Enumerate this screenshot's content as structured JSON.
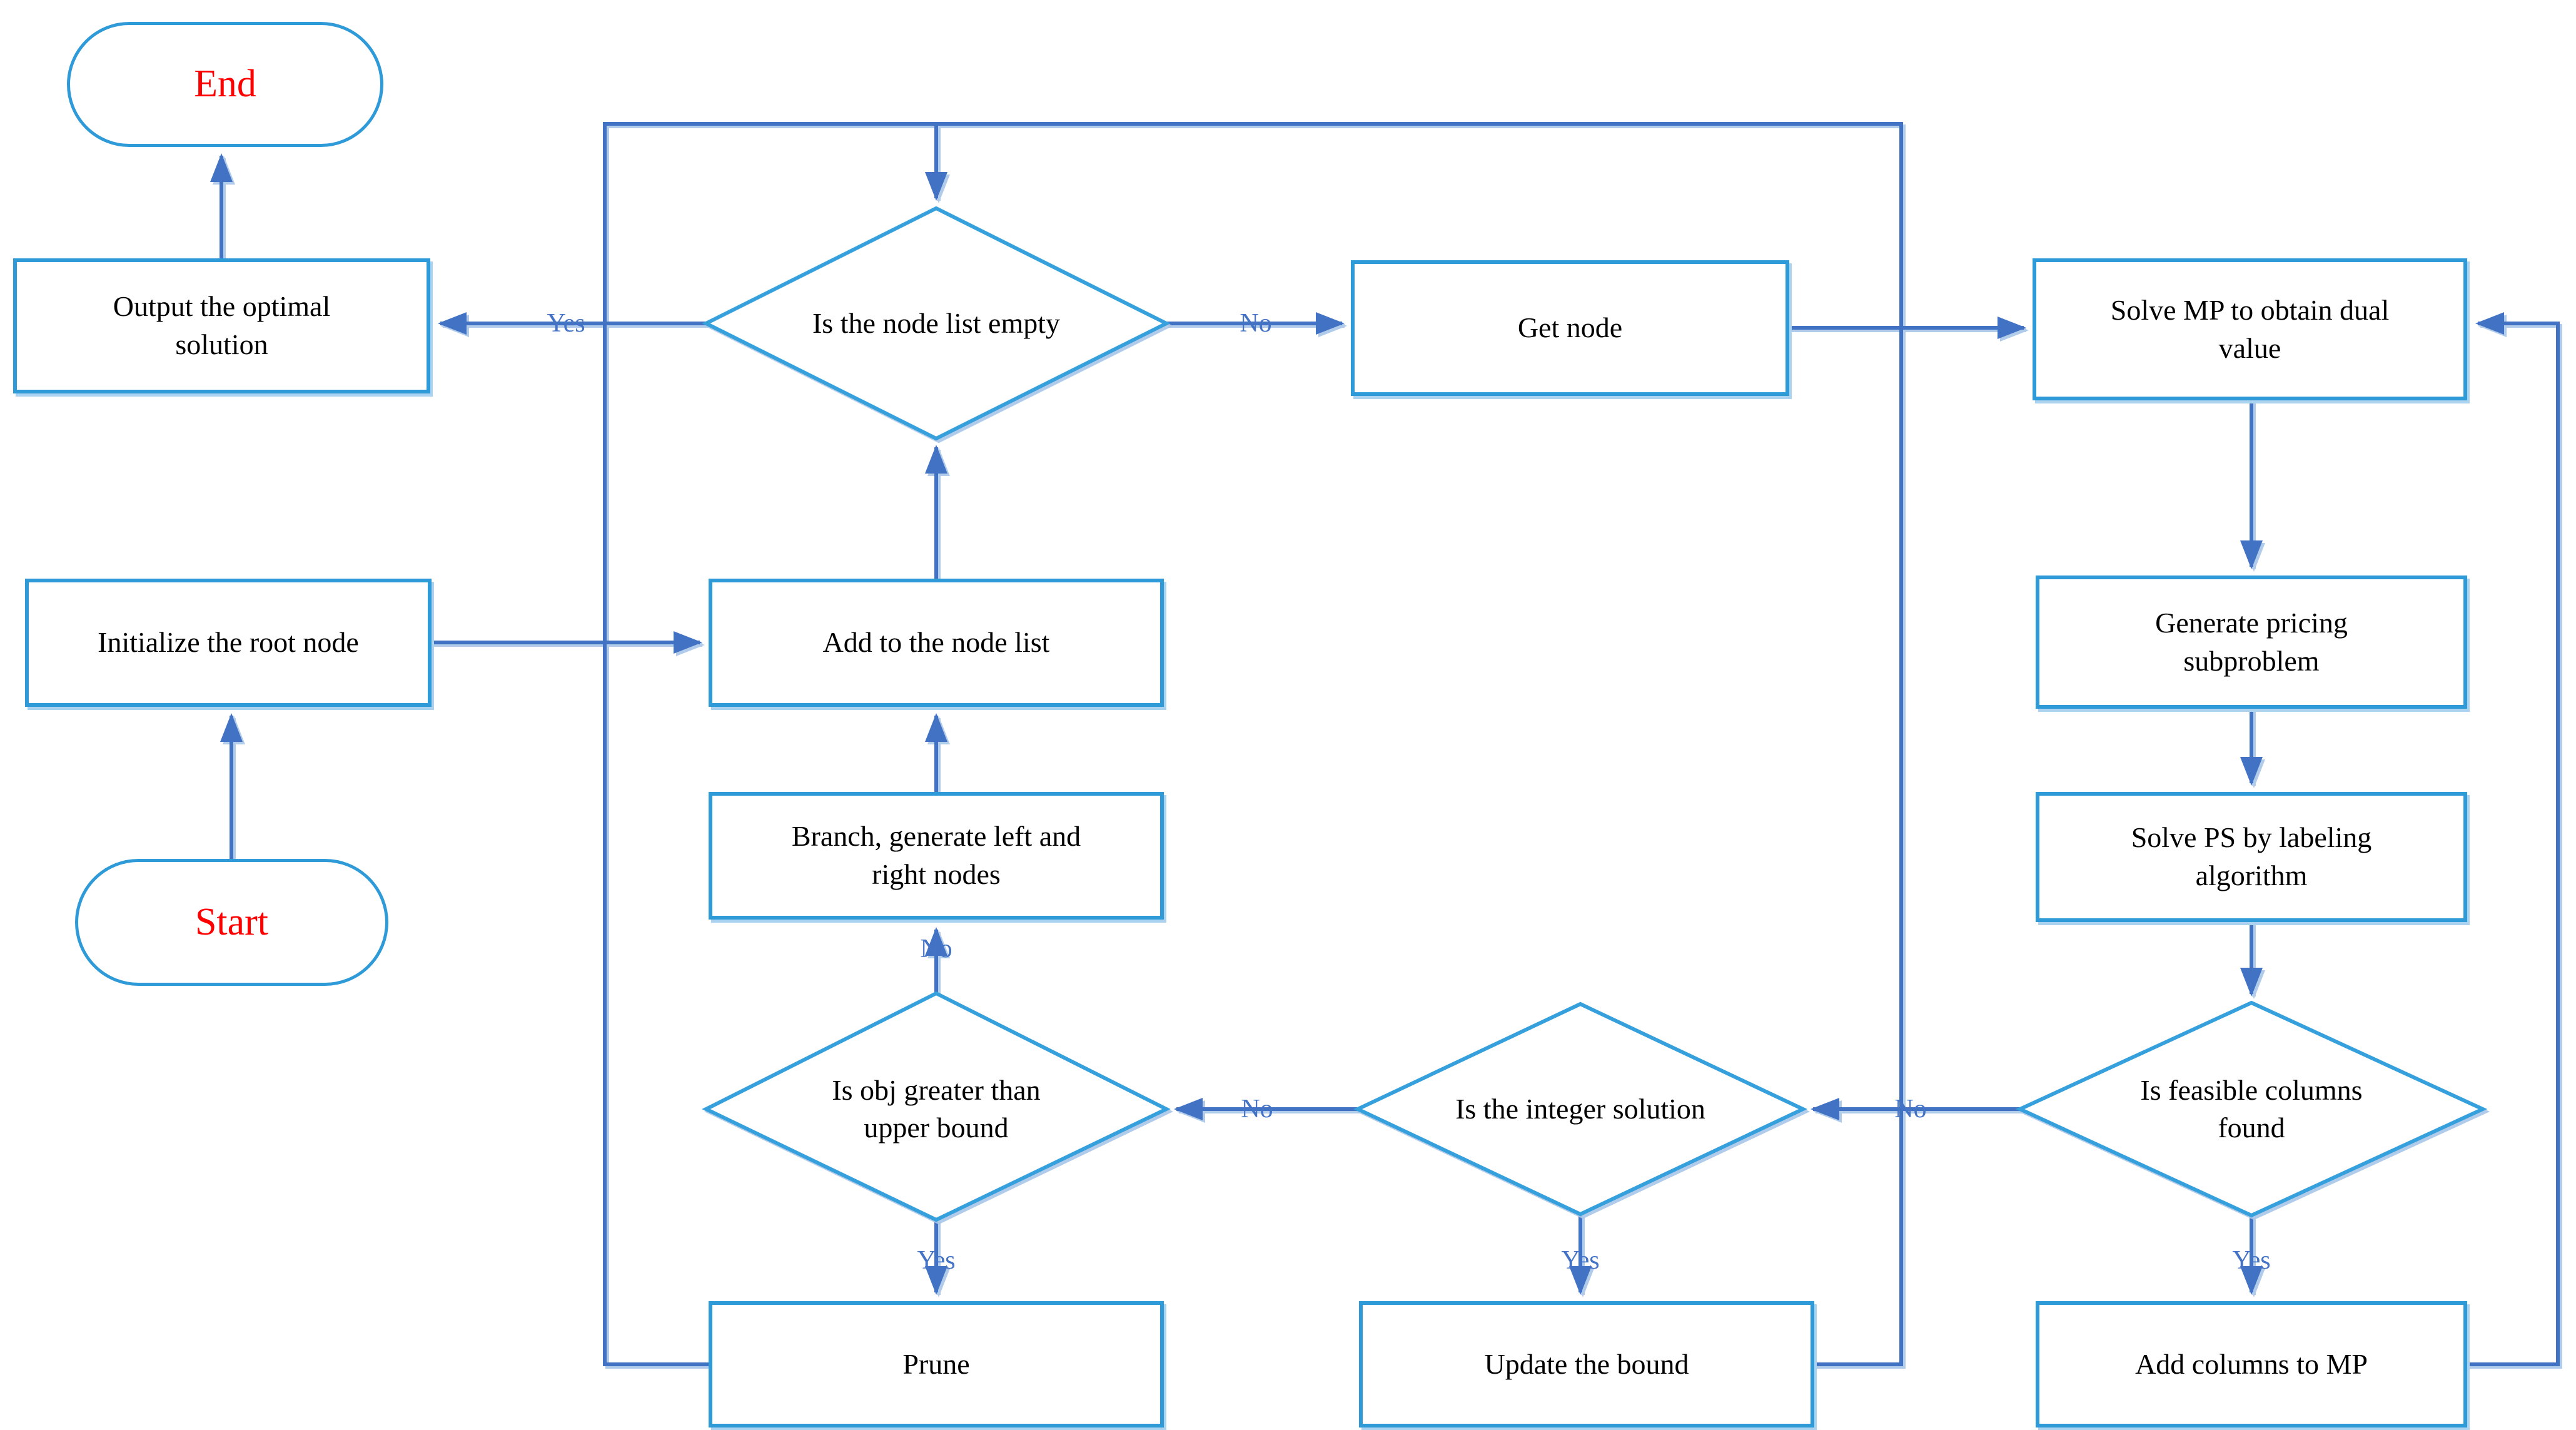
{
  "diagram": {
    "type": "flowchart",
    "description": "Branch-and-price algorithm flowchart",
    "colors": {
      "shape_border": "#2e9ad8",
      "diamond_border": "#35a0dc",
      "connector": "#4272c4",
      "connector_halo": "#a9c6e8",
      "terminator_text": "#ff0000",
      "process_text": "#000000",
      "edge_label_text": "#4472c4",
      "background": "#ffffff"
    },
    "nodes": {
      "end": {
        "type": "terminator",
        "label": "End"
      },
      "output_solution": {
        "type": "process",
        "label": "Output the optimal\nsolution"
      },
      "initialize_root": {
        "type": "process",
        "label": "Initialize the root node"
      },
      "start": {
        "type": "terminator",
        "label": "Start"
      },
      "node_list_empty": {
        "type": "decision",
        "label": "Is the node list empty"
      },
      "get_node": {
        "type": "process",
        "label": "Get node"
      },
      "solve_mp": {
        "type": "process",
        "label": "Solve MP to obtain dual\nvalue"
      },
      "add_to_node_list": {
        "type": "process",
        "label": "Add to the node list"
      },
      "generate_pricing": {
        "type": "process",
        "label": "Generate pricing\nsubproblem"
      },
      "branch_generate": {
        "type": "process",
        "label": "Branch, generate left and\nright nodes"
      },
      "solve_ps": {
        "type": "process",
        "label": "Solve PS by labeling\nalgorithm"
      },
      "obj_greater": {
        "type": "decision",
        "label": "Is obj greater than\nupper bound"
      },
      "integer_solution": {
        "type": "decision",
        "label": "Is the integer solution"
      },
      "feasible_columns": {
        "type": "decision",
        "label": "Is feasible columns\nfound"
      },
      "prune": {
        "type": "process",
        "label": "Prune"
      },
      "update_bound": {
        "type": "process",
        "label": "Update the bound"
      },
      "add_columns": {
        "type": "process",
        "label": "Add columns to MP"
      }
    },
    "edge_labels": {
      "node_list_empty_yes": "Yes",
      "node_list_empty_no": "No",
      "obj_greater_no": "No",
      "obj_greater_yes": "Yes",
      "integer_solution_no": "No",
      "integer_solution_yes": "Yes",
      "feasible_columns_no": "No",
      "feasible_columns_yes": "Yes"
    }
  }
}
